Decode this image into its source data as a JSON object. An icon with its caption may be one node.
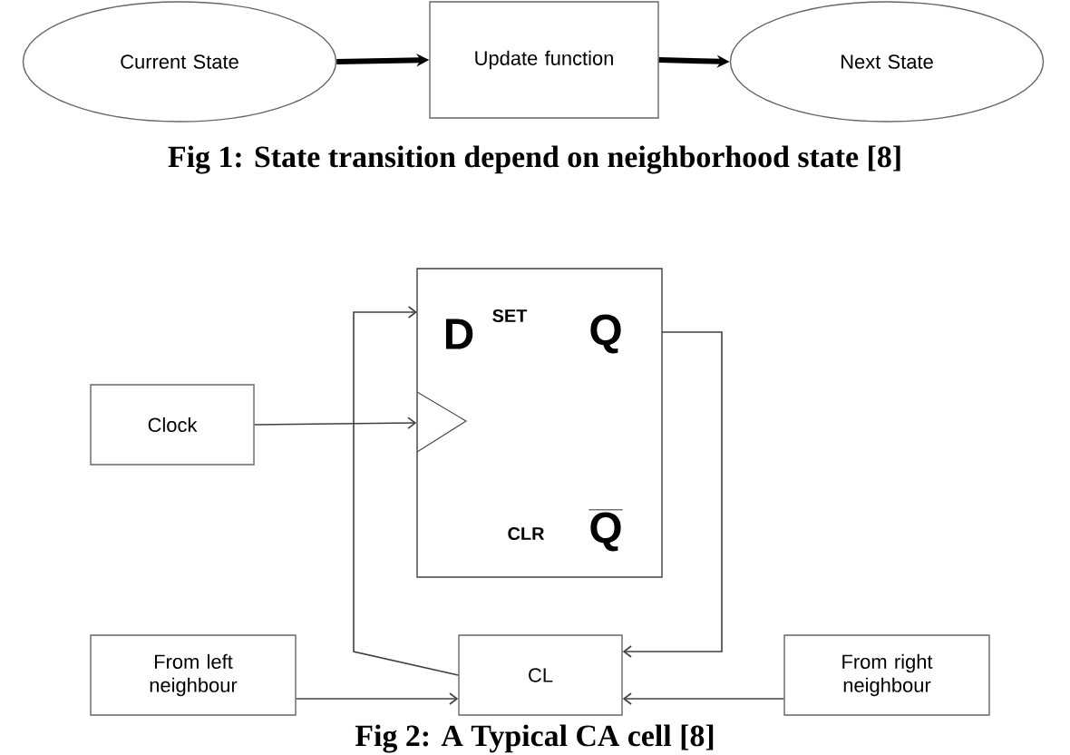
{
  "diagram": {
    "nodes": [
      {
        "text": [
          "Current State"
        ]
      },
      {
        "text": [
          "Update function"
        ]
      },
      {
        "text": [
          "Next State"
        ]
      },
      {
        "text": [
          "D",
          "SET",
          "Q",
          "CLR",
          "Q"
        ]
      },
      {
        "text": [
          "Clock"
        ]
      },
      {
        "text": [
          "CL"
        ]
      },
      {
        "text": [
          "From left neighbour"
        ]
      },
      {
        "text": [
          "From right neighbour"
        ]
      }
    ],
    "edges": [
      {
        "from": 0,
        "to": 1,
        "arrow": "to",
        "style": "thick"
      },
      {
        "from": 1,
        "to": 2,
        "arrow": "to",
        "style": "thick"
      },
      {
        "from": 4,
        "to": 3,
        "arrow": "to"
      },
      {
        "from": 5,
        "to": 3,
        "arrow": "to"
      },
      {
        "from": 3,
        "to": 5,
        "arrow": "to"
      },
      {
        "from": 6,
        "to": 5,
        "arrow": "to"
      },
      {
        "from": 7,
        "to": 5,
        "arrow": "to"
      }
    ],
    "labels": [
      "Fig 1: State transition depend on neighborhood state [8]",
      "Fig 2: A Typical CA cell [8]"
    ]
  }
}
